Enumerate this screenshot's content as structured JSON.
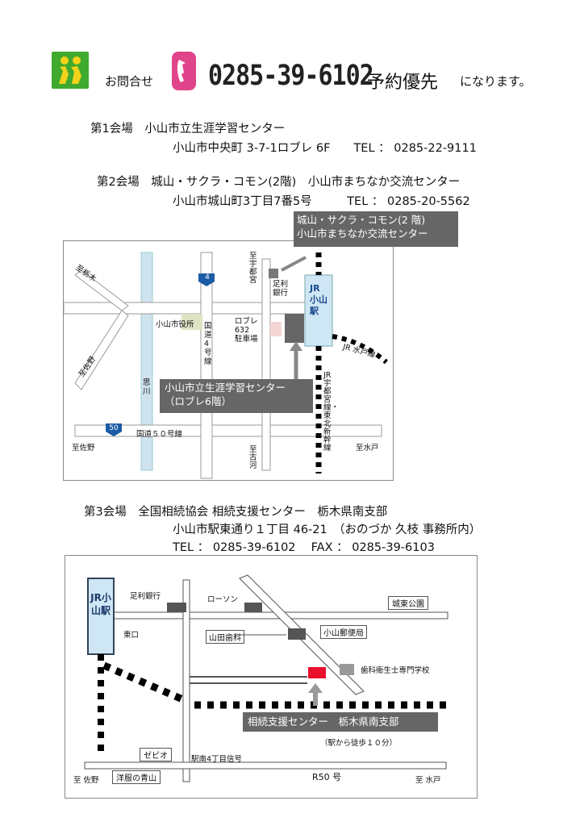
{
  "contact": {
    "inquiry_label": "お問合せ",
    "phone": "0285-39-6102",
    "priority_label": "予約優先",
    "suffix": "になります。"
  },
  "venue1": {
    "heading": "第1会場　小山市立生涯学習センター",
    "address": "小山市中央町 3-7-1ロブレ 6F　　TEL ： 0285-22-9111"
  },
  "venue2": {
    "heading": "第2会場　城山・サクラ・コモン(2階)　小山市まちなか交流センター",
    "address": "小山市城山町3丁目7番5号　　　TEL ： 0285-20-5562"
  },
  "map1": {
    "callout_top_line1": "城山・サクラ・コモン(2 階)",
    "callout_top_line2": "小山市まちなか交流センター",
    "callout_bottom_line1": "小山市立生涯学習センター",
    "callout_bottom_line2": "（ロブレ6階）",
    "to_tochigi": "至栃木",
    "to_sano_diag": "至佐野",
    "to_sano": "至佐野",
    "to_utsunomiya": "至宇都宮",
    "to_mito": "至水戸",
    "to_koga": "至古河",
    "route4": "4",
    "route50": "50",
    "national_road_4": "国道4号線",
    "national_road_50": "国道５０号線",
    "city_hall": "小山市役所",
    "omoigawa": "思川",
    "ashikaga_bank": "足利銀行",
    "roble_parking": "ロブレ 632\n駐車場",
    "jr_station": "JR小山駅",
    "jr_mito_line": "JR 水戸線",
    "jr_tohoku_line": "JR宇都宮線・東北新幹線"
  },
  "venue3": {
    "heading": "第3会場　全国相続協会 相続支援センター　栃木県南支部",
    "address": "小山市駅東通り１丁目 46-21　（おのづか 久枝 事務所内）",
    "tel_fax": "TEL ： 0285-39-6102　 FAX ： 0285-39-6103"
  },
  "map2": {
    "jr_station": "JR小山駅",
    "ashikaga_bank": "足利銀行",
    "lawson": "ローソン",
    "joto_park": "城東公園",
    "east_exit": "東口",
    "yamada_dental": "山田歯科",
    "oyama_post": "小山郵便局",
    "dental_school": "歯科衛生士専門学校",
    "center_label": "相続支援センター　栃木県南支部",
    "walk_note": "（駅から徒歩１０分）",
    "zebio": "ゼビオ",
    "ekinan_road": "駅南4丁目信号",
    "aoyama": "洋服の青山",
    "r50": "R50 号",
    "to_sano": "至 佐野",
    "to_mito": "至 水戸"
  },
  "colors": {
    "logo_green": "#3faa2d",
    "phone_pink": "#e0448a",
    "callout_grey": "#666666",
    "station_blue": "#cfe6f5",
    "river_blue": "#cfe3ef",
    "center_red": "#e8102c",
    "building_grey": "#777777"
  }
}
